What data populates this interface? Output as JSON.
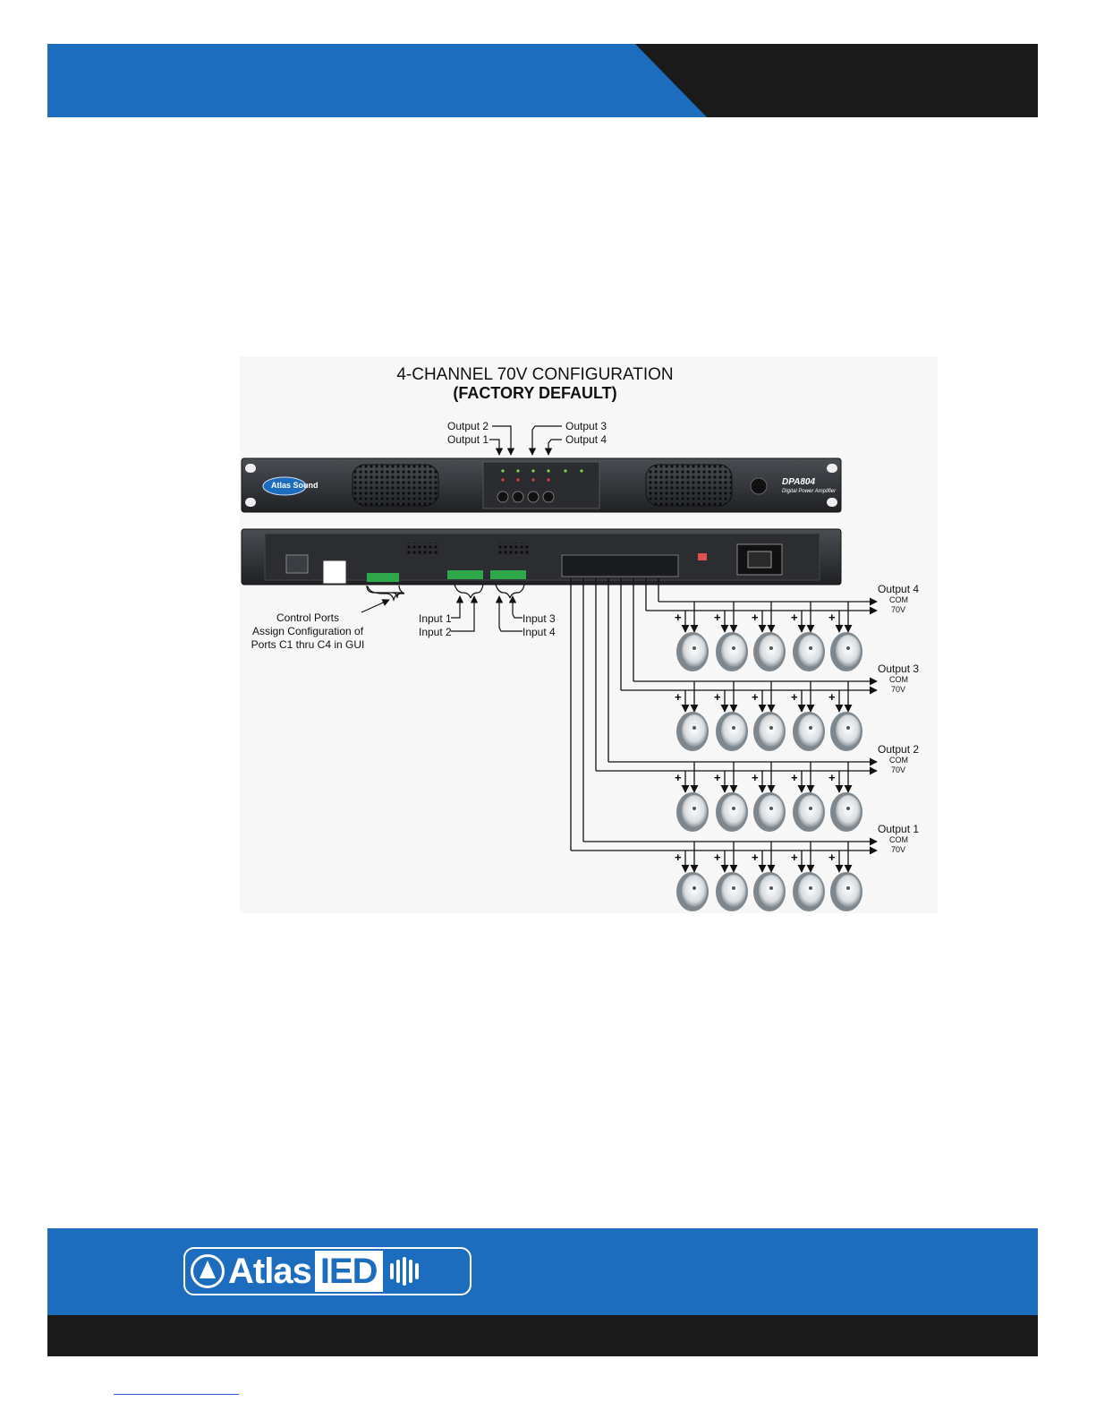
{
  "diagram": {
    "title": "4-CHANNEL  70V  CONFIGURATION",
    "subtitle": "(FACTORY DEFAULT)",
    "front_panel": {
      "brand": "Atlas Sound",
      "model": "DPA804",
      "model_sub": "Digital Power Amplifier"
    },
    "front_callouts": {
      "output2": "Output 2",
      "output1": "Output 1",
      "output3": "Output 3",
      "output4": "Output 4"
    },
    "rear_callouts": {
      "control_line1": "Control Ports",
      "control_line2": "Assign Configuration of",
      "control_line3": "Ports C1 thru C4 in GUI",
      "input1": "Input 1",
      "input2": "Input 2",
      "input3": "Input 3",
      "input4": "Input 4"
    },
    "zones": [
      {
        "label": "Output 4",
        "com": "COM",
        "volt": "70V"
      },
      {
        "label": "Output 3",
        "com": "COM",
        "volt": "70V"
      },
      {
        "label": "Output 2",
        "com": "COM",
        "volt": "70V"
      },
      {
        "label": "Output 1",
        "com": "COM",
        "volt": "70V"
      }
    ],
    "plus_sign": "+"
  },
  "footer": {
    "logo_word": "Atlas",
    "logo_ied": "IED"
  },
  "colors": {
    "brand_blue": "#1d6dbf",
    "band_dark": "#1a1a1a"
  }
}
